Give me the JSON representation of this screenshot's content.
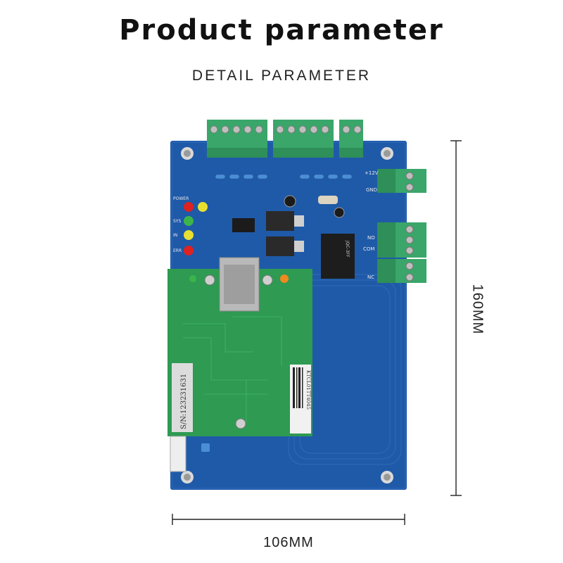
{
  "header": {
    "title": "Product parameter",
    "subtitle": "DETAIL PARAMETER"
  },
  "dimensions": {
    "width_label": "106MM",
    "height_label": "160MM"
  },
  "board": {
    "serial_sticker": "S/N:123231631",
    "module_sticker": "KTCL01TT4045",
    "led_labels": {
      "power": "POWER",
      "sys": "SYS",
      "in": "IN",
      "err": "ERR"
    },
    "terminal_labels": {
      "v12": "+12V",
      "gnd": "GND",
      "no": "NO",
      "com": "COM",
      "nc": "NC"
    },
    "relay_text": "JQC-3FF",
    "colors": {
      "pcb": "#1f5aa8",
      "module": "#2e9a52",
      "terminal": "#3aa66a"
    }
  }
}
